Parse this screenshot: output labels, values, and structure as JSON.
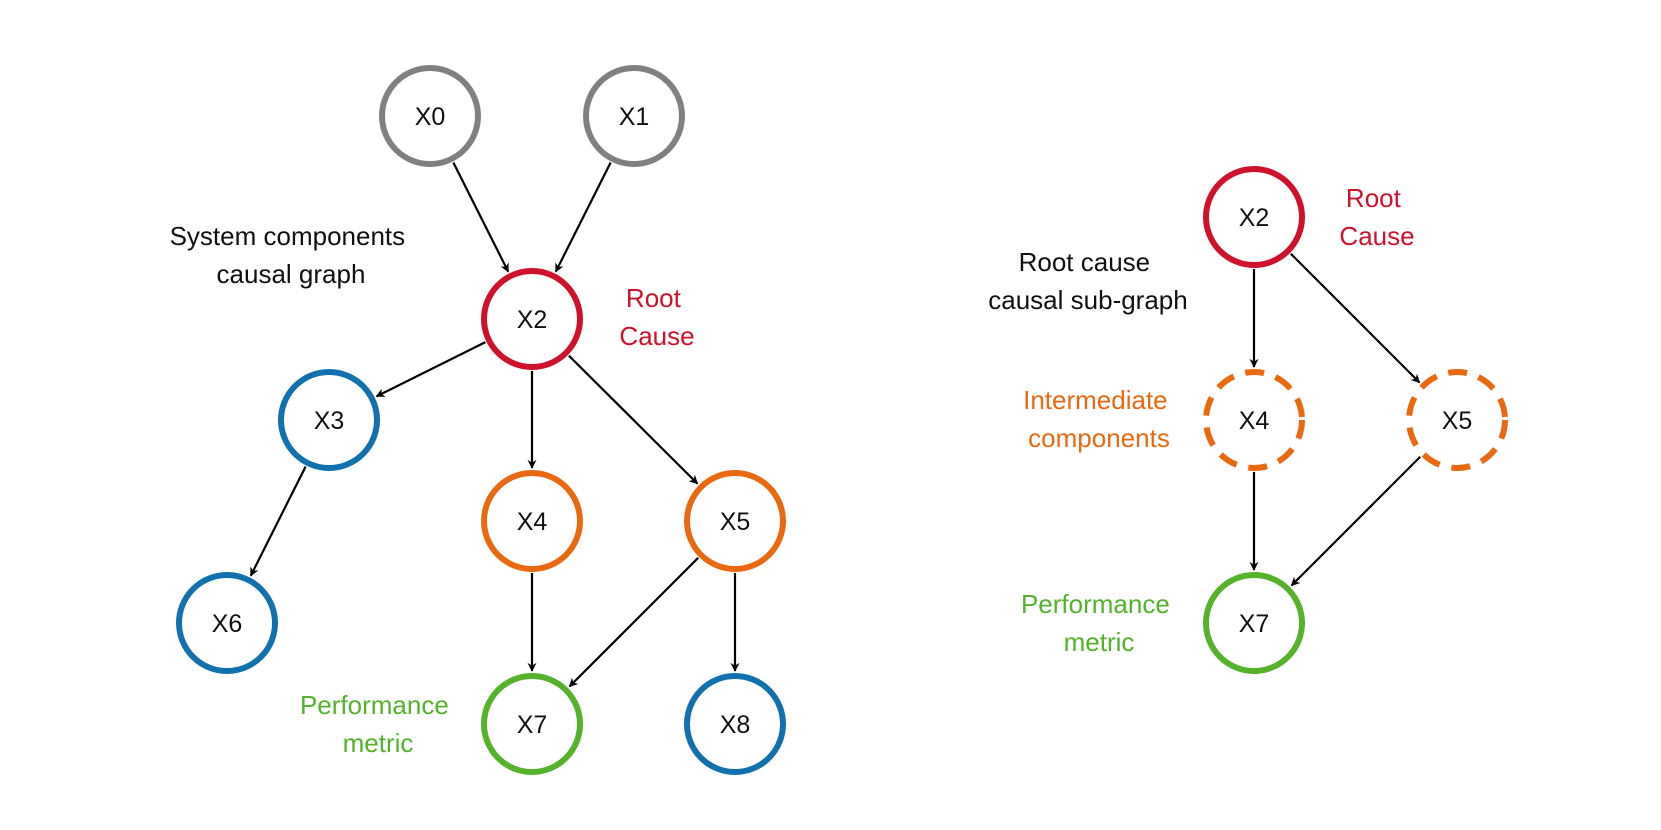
{
  "colors": {
    "gray": "#808080",
    "red": "#d0112b",
    "blue": "#1170ae",
    "orange": "#e8690f",
    "green": "#54b22b",
    "text": "#111111",
    "edge": "#000000"
  },
  "full_graph": {
    "caption": [
      "System components",
      "causal graph"
    ],
    "root_cause_label": [
      "Root",
      "Cause"
    ],
    "performance_label": [
      "Performance",
      "metric"
    ],
    "nodes": {
      "X0": {
        "label": "X0",
        "role": "gray"
      },
      "X1": {
        "label": "X1",
        "role": "gray"
      },
      "X2": {
        "label": "X2",
        "role": "red"
      },
      "X3": {
        "label": "X3",
        "role": "blue"
      },
      "X4": {
        "label": "X4",
        "role": "orange"
      },
      "X5": {
        "label": "X5",
        "role": "orange"
      },
      "X6": {
        "label": "X6",
        "role": "blue"
      },
      "X7": {
        "label": "X7",
        "role": "green"
      },
      "X8": {
        "label": "X8",
        "role": "blue"
      }
    },
    "edges": [
      [
        "X0",
        "X2"
      ],
      [
        "X1",
        "X2"
      ],
      [
        "X2",
        "X3"
      ],
      [
        "X2",
        "X4"
      ],
      [
        "X2",
        "X5"
      ],
      [
        "X3",
        "X6"
      ],
      [
        "X4",
        "X7"
      ],
      [
        "X5",
        "X7"
      ],
      [
        "X5",
        "X8"
      ]
    ]
  },
  "sub_graph": {
    "caption": [
      "Root cause",
      "causal sub-graph"
    ],
    "root_cause_label": [
      "Root",
      "Cause"
    ],
    "intermediate_label": [
      "Intermediate",
      "components"
    ],
    "performance_label": [
      "Performance",
      "metric"
    ],
    "nodes": {
      "X2": {
        "label": "X2",
        "role": "red",
        "dashed": false
      },
      "X4": {
        "label": "X4",
        "role": "orange",
        "dashed": true
      },
      "X5": {
        "label": "X5",
        "role": "orange",
        "dashed": true
      },
      "X7": {
        "label": "X7",
        "role": "green",
        "dashed": false
      }
    },
    "edges": [
      [
        "X2",
        "X4"
      ],
      [
        "X2",
        "X5"
      ],
      [
        "X4",
        "X7"
      ],
      [
        "X5",
        "X7"
      ]
    ]
  }
}
